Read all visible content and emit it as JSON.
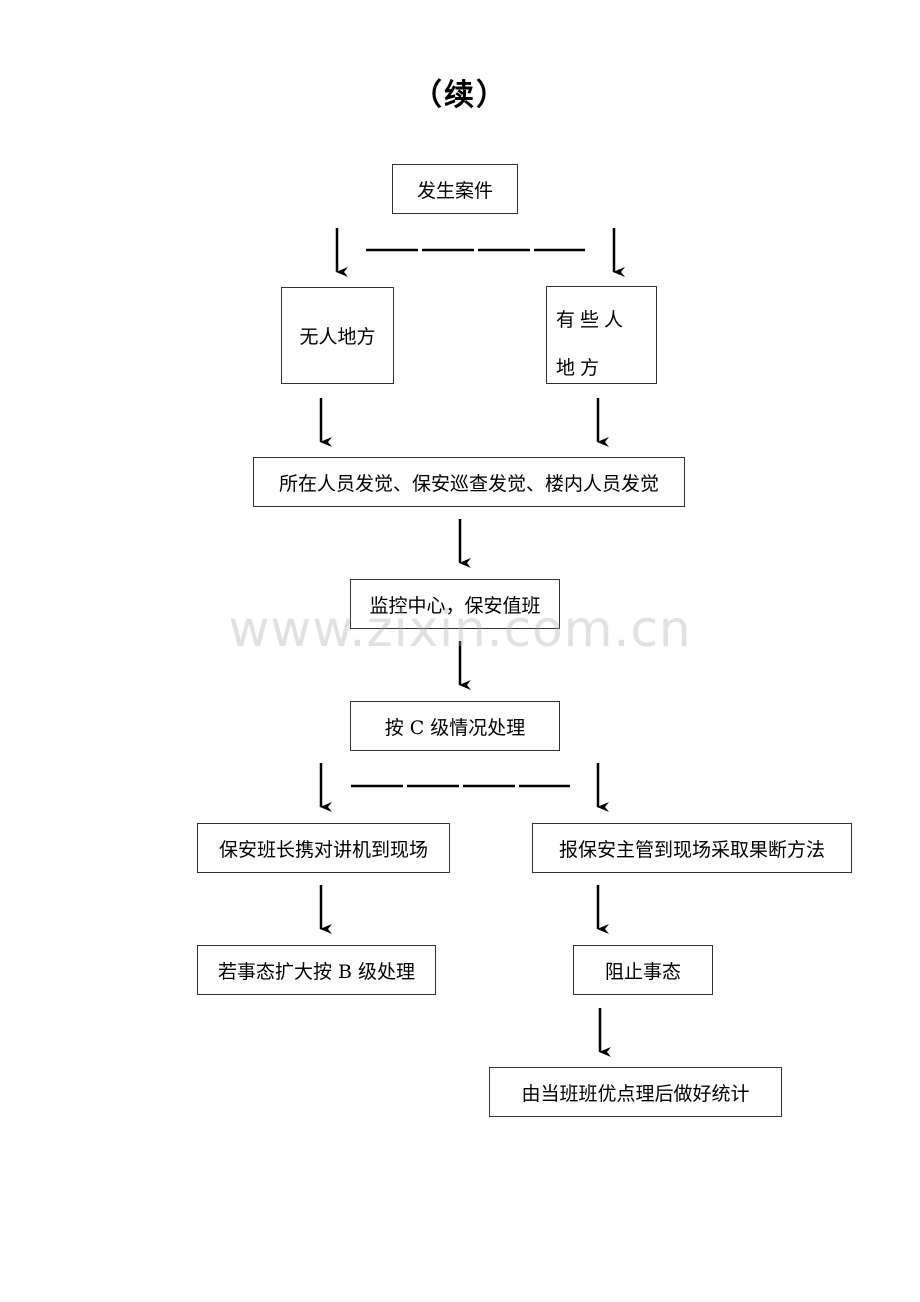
{
  "title": "（续）",
  "watermark": "www.zixin.com.cn",
  "nodes": {
    "incident": "发生案件",
    "unmanned": "无人地方",
    "manned": "有些人地方",
    "discovery": "所在人员发觉、保安巡查发觉、楼内人员发觉",
    "monitor": "监控中心，保安值班",
    "level_c": "按 C 级情况处理",
    "squad_leader": "保安班长携对讲机到现场",
    "report_supervisor": "报保安主管到现场采取果断方法",
    "escalate_b": "若事态扩大按 B 级处理",
    "stop": "阻止事态",
    "statistics": "由当班班优点理后做好统计"
  },
  "colors": {
    "line": "#000000",
    "border": "#333333",
    "watermark": "#aaaaaa"
  }
}
